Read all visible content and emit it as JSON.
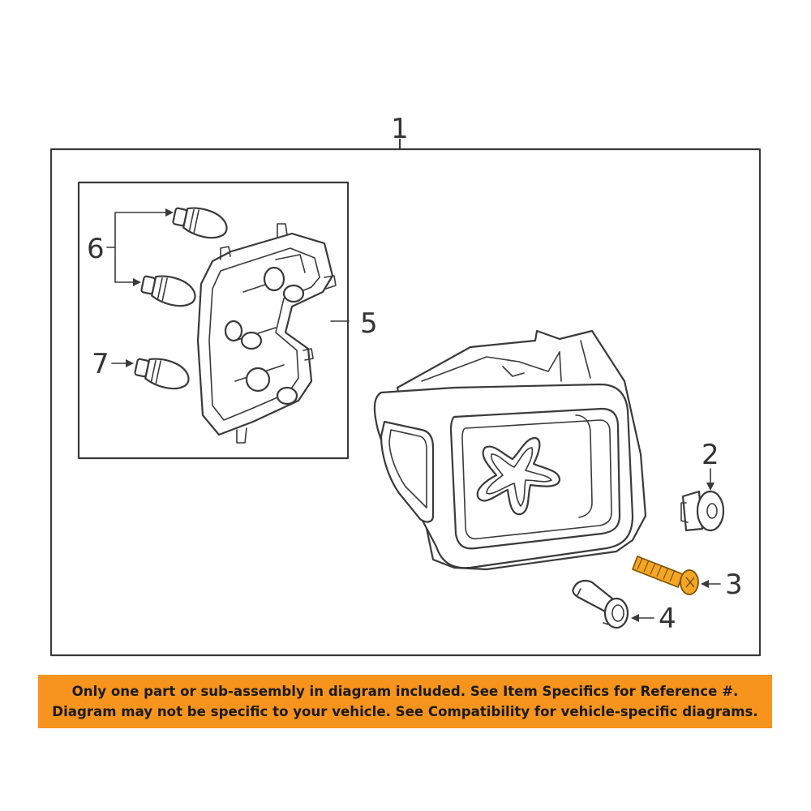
{
  "callouts": {
    "c1": "1",
    "c2": "2",
    "c3": "3",
    "c4": "4",
    "c5": "5",
    "c6": "6",
    "c7": "7"
  },
  "highlight_color": "#f5a623",
  "disclaimer": {
    "background": "#f7941d",
    "line1": "Only one part or sub-assembly in diagram included. See Item Specifics for Reference #.",
    "line2": "Diagram may not be specific to your vehicle. See Compatibility for vehicle-specific diagrams."
  }
}
